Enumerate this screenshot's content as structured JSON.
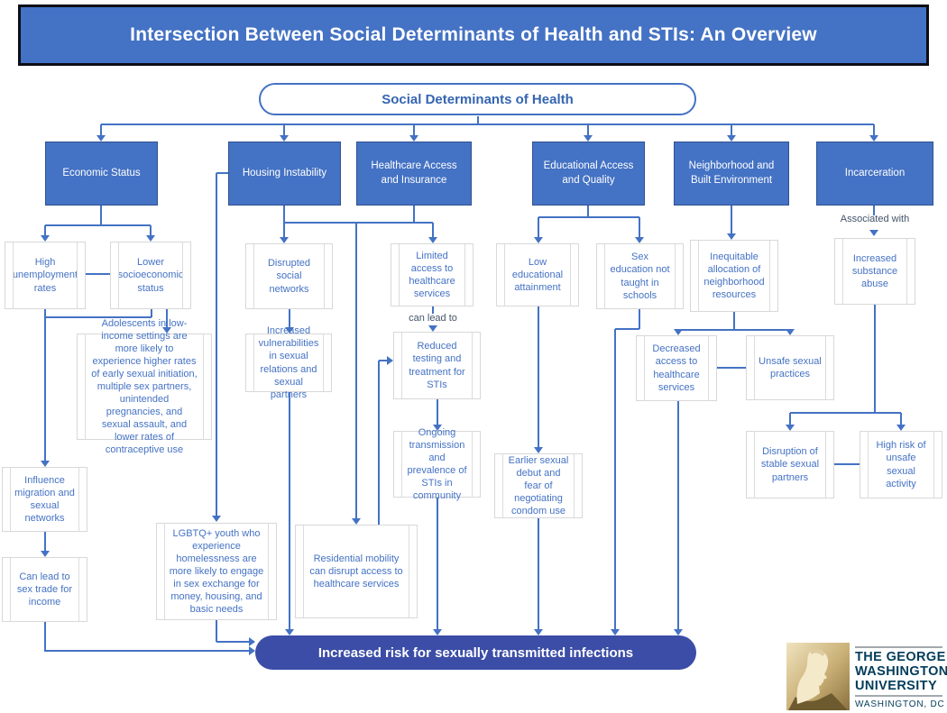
{
  "title": "Intersection Between Social Determinants of Health and STIs: An Overview",
  "root_label": "Social Determinants of Health",
  "categories": {
    "economic": "Economic Status",
    "housing": "Housing Instability",
    "healthcare": "Healthcare Access and Insurance",
    "education": "Educational Access and Quality",
    "neighborhood": "Neighborhood and Built Environment",
    "incarceration": "Incarceration"
  },
  "nodes": {
    "high_unemployment": "High unemployment rates",
    "lower_ses": "Lower socioeconomic status",
    "adolescents": "Adolescents in low-income settings are more likely to experience higher rates of early sexual initiation, multiple sex partners, unintended pregnancies, and sexual assault, and lower rates of contraceptive use",
    "influence_migration": "Influence migration and sexual networks",
    "sex_trade": "Can lead to sex trade for income",
    "disrupted_networks": "Disrupted social networks",
    "increased_vulnerabilities": "Increased vulnerabilities in sexual relations and sexual partners",
    "lgbtq": "LGBTQ+ youth who experience homelessness are more likely to engage in sex exchange for money, housing, and basic needs",
    "residential_mobility": "Residential mobility can disrupt access to healthcare services",
    "limited_access": "Limited access to healthcare services",
    "reduced_testing": "Reduced testing and treatment for STIs",
    "ongoing_transmission": "Ongoing transmission and prevalence of STIs in community",
    "low_attainment": "Low educational attainment",
    "earlier_debut": "Earlier sexual debut and fear of negotiating condom use",
    "sex_education": "Sex education not taught in schools",
    "inequitable_allocation": "Inequitable allocation of neighborhood resources",
    "decreased_access": "Decreased access to healthcare services",
    "unsafe_practices": "Unsafe sexual practices",
    "substance_abuse": "Increased substance abuse",
    "disruption_partners": "Disruption of stable sexual partners",
    "high_risk_activity": "High risk of unsafe sexual activity"
  },
  "edge_labels": {
    "associated_with": "Associated with",
    "can_lead_to": "can lead to"
  },
  "outcome_label": "Increased risk for sexually transmitted infections",
  "logo": {
    "line1": "THE GEORGE",
    "line2": "WASHINGTON",
    "line3": "UNIVERSITY",
    "city": "WASHINGTON, DC"
  },
  "colors": {
    "primary_blue": "#4472C4",
    "category_border": "#2F528F",
    "outcome_blue": "#3B4DA6",
    "node_border_gray": "#D8D8D8",
    "logo_navy": "#033C5A",
    "logo_gold": "#C8AE74"
  }
}
